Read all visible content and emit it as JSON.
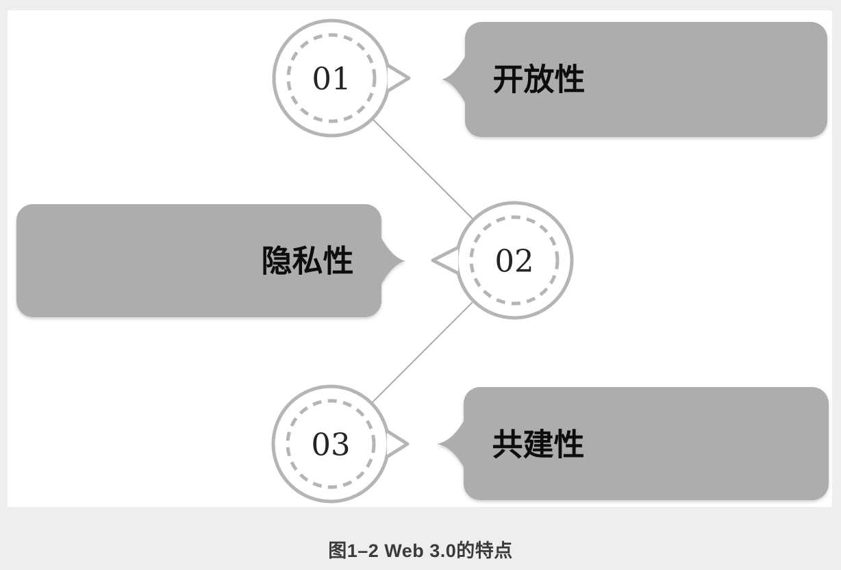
{
  "figure": {
    "caption": "图1–2 Web 3.0的特点"
  },
  "diagram": {
    "nodes": [
      {
        "number": "01",
        "label": "开放性"
      },
      {
        "number": "02",
        "label": "隐私性"
      },
      {
        "number": "03",
        "label": "共建性"
      }
    ],
    "colors": {
      "page_background": "#eeeeee",
      "panel_background": "#ffffff",
      "bubble_fill": "#adadad",
      "circle_ring": "#b5b5b5",
      "connector_line": "#a9a9a9",
      "label_text": "#111111",
      "number_text": "#242424",
      "caption_text": "#3a3a3a"
    }
  }
}
